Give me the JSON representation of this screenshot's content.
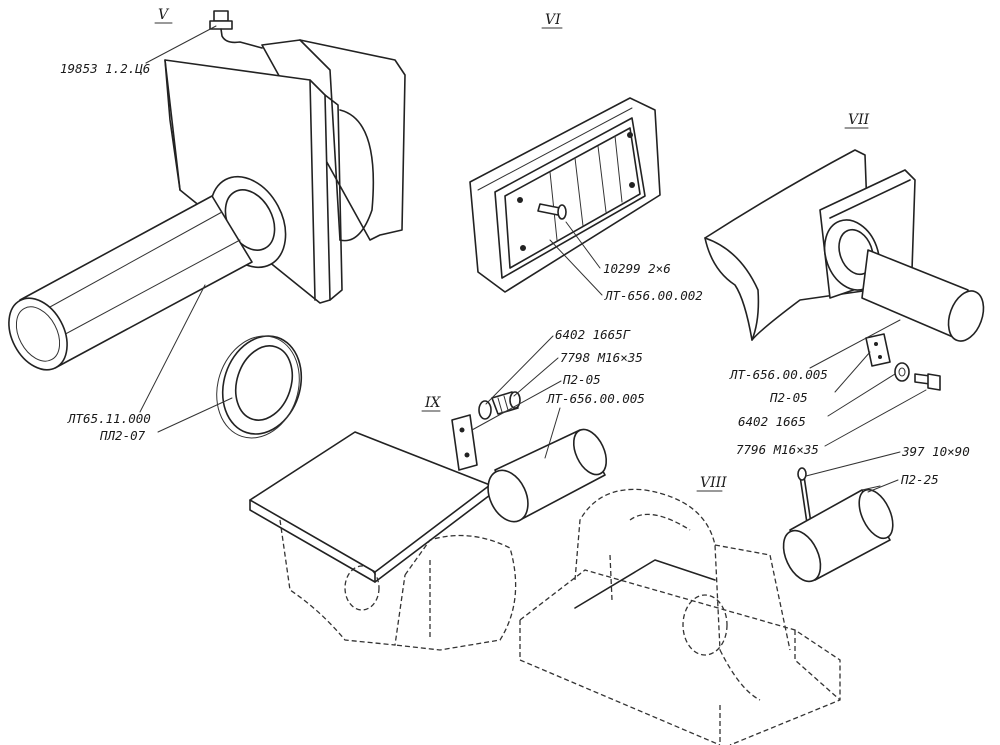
{
  "views": [
    {
      "id": "V",
      "label": "V"
    },
    {
      "id": "VI",
      "label": "VI"
    },
    {
      "id": "VII",
      "label": "VII"
    },
    {
      "id": "VIII",
      "label": "VIII"
    },
    {
      "id": "IX",
      "label": "IX"
    }
  ],
  "callouts": {
    "v_bolt": "19853 1.2.Ц6",
    "v_pin": "ЛТ65.11.000",
    "v_ring": "ПЛ2-07",
    "vi_screw": "10299 2×6",
    "vi_plate": "ЛТ-656.00.002",
    "ix_washer": "6402 1665Г",
    "ix_bolt": "7798 М16×35",
    "ix_lockplate": "П2-05",
    "ix_pin": "ЛТ-656.00.005",
    "vii_pin": "ЛТ-656.00.005",
    "vii_lockplate": "П2-05",
    "vii_washer": "6402 1665",
    "vii_bolt": "7796 М16×35",
    "viii_cotter": "397 10×90",
    "viii_pin": "П2-25"
  },
  "colors": {
    "ink": "#222222",
    "paper": "#ffffff"
  }
}
